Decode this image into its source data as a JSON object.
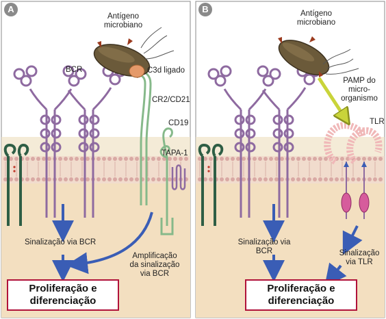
{
  "panels": [
    {
      "letter": "A",
      "antigen_label": "Antígeno\nmicrobiano",
      "bcr_label": "BCR",
      "c3d_label": "C3d ligado",
      "cr2_label": "CR2/CD21",
      "cd19_label": "CD19",
      "tapa_label": "TAPA-1",
      "signal_label": "Sinalização via BCR",
      "amplification_label": "Amplificação\nda sinalização\nvia BCR",
      "result_label": "Proliferação e\ndiferenciação"
    },
    {
      "letter": "B",
      "antigen_label": "Antígeno\nmicrobiano",
      "pamp_label": "PAMP do\nmicro-\norganismo",
      "tlr_label": "TLR",
      "signal_bcr_label": "Sinalização via\nBCR",
      "signal_tlr_label": "Sinalização\nvia TLR",
      "result_label": "Proliferação e\ndiferenciação"
    }
  ],
  "colors": {
    "cytoplasm": "#f3dfc0",
    "extracellular": "#ffffff",
    "membrane": "#e9c9b6",
    "bcr": "#8e6aa0",
    "cr2": "#86b98a",
    "coreceptor_dark": "#2e5e45",
    "arrow_blue": "#3a5db5",
    "arrow_yellow": "#c9d43a",
    "microbe": "#6b5a3a",
    "c3d": "#e59a6a",
    "tlr": "#f0b8b8",
    "tlr_domain": "#d65c9c",
    "result_border": "#b0123a"
  }
}
